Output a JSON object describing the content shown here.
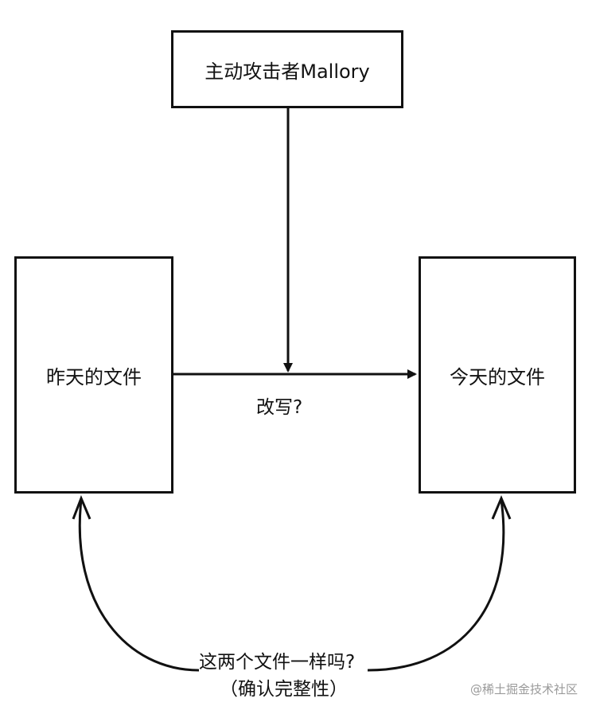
{
  "nodes": {
    "attacker": "主动攻击者Mallory",
    "yesterday_file": "昨天的文件",
    "today_file": "今天的文件"
  },
  "labels": {
    "modify": "改写?",
    "question": "这两个文件一样吗?",
    "verify": "（确认完整性）"
  },
  "watermark": "@稀土掘金技术社区",
  "colors": {
    "stroke": "#111111",
    "background": "#ffffff",
    "watermark": "#9a9a9a"
  }
}
